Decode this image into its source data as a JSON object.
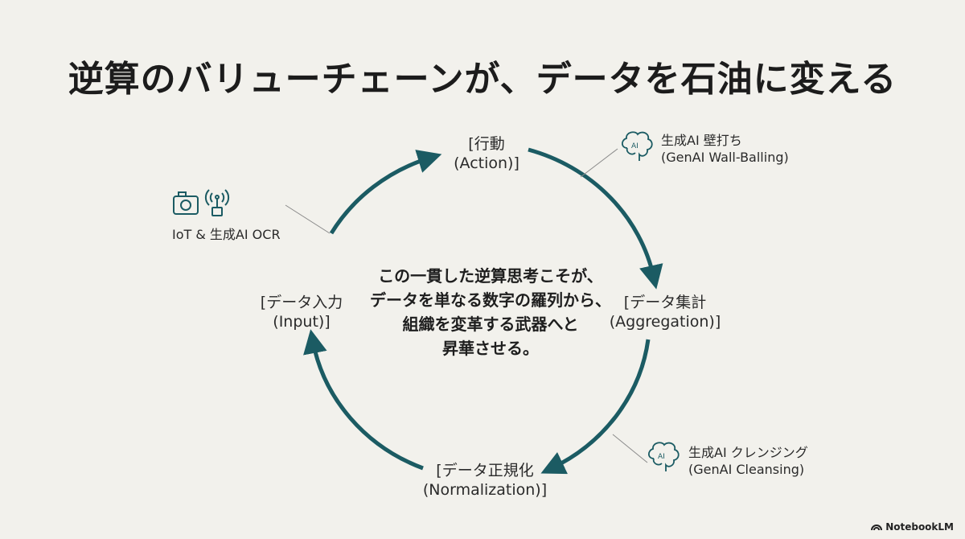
{
  "title": "逆算のバリューチェーンが、データを石油に変える",
  "cycle": {
    "nodes": [
      {
        "id": "action",
        "ja": "[行動",
        "en": "(Action)]"
      },
      {
        "id": "aggregation",
        "ja": "[データ集計",
        "en": "(Aggregation)]"
      },
      {
        "id": "normalization",
        "ja": "[データ正規化",
        "en": "(Normalization)]"
      },
      {
        "id": "input",
        "ja": "[データ入力",
        "en": "(Input)]"
      }
    ],
    "center_text": [
      "この一貫した逆算思考こそが、",
      "データを単なる数字の羅列から、",
      "組織を変革する武器へと",
      "昇華させる。"
    ]
  },
  "tools": {
    "iot_ocr": {
      "label": "IoT & 生成AI OCR",
      "icons": [
        "camera-icon",
        "antenna-icon"
      ]
    },
    "wall_balling": {
      "ja": "生成AI 壁打ち",
      "en": "(GenAI Wall-Balling)",
      "icon": "brain-ai-icon",
      "icon_text": "AI"
    },
    "cleansing": {
      "ja": "生成AI クレンジング",
      "en": "(GenAI Cleansing)",
      "icon": "brain-ai-icon",
      "icon_text": "AI"
    }
  },
  "colors": {
    "arrow": "#1b5b63",
    "background": "#f2f1ec"
  },
  "brand": "NotebookLM"
}
